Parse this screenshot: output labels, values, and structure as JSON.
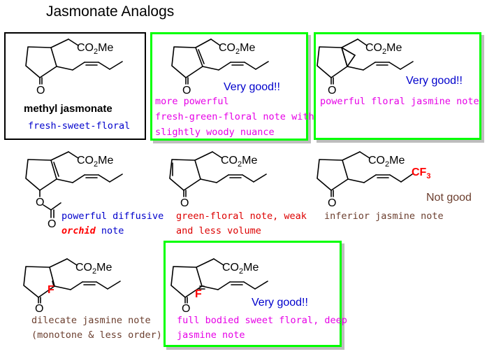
{
  "title": "Jasmonate Analogs",
  "chem": {
    "ester": "CO2Me",
    "oxygen": "O",
    "fluorine": "F",
    "cf3": "CF3"
  },
  "compounds": [
    {
      "name": "methyl jasmonate",
      "description": "fresh-sweet-floral",
      "highlight": "black"
    },
    {
      "description_lines": [
        "more powerful",
        "fresh-green-floral note with",
        "slightly woody nuance"
      ],
      "rating": "Very good!!",
      "highlight": "green"
    },
    {
      "description": "powerful floral jasmine note",
      "rating": "Very good!!",
      "highlight": "green"
    },
    {
      "description_lines": [
        "powerful diffusive",
        "note"
      ],
      "emphasis": "orchid"
    },
    {
      "description_lines": [
        "green-floral note, weak",
        "and less volume"
      ]
    },
    {
      "description": "inferior jasmine note",
      "rating": "Not good"
    },
    {
      "description_lines": [
        "dilecate jasmine note",
        "(monotone & less order)"
      ]
    },
    {
      "description_lines": [
        "full bodied sweet floral, deep",
        "jasmine note"
      ],
      "rating": "Very good!!",
      "highlight": "green"
    }
  ],
  "colors": {
    "green_box": "#00ff00",
    "blue": "#0000cc",
    "magenta": "#e600e6",
    "red": "#dd0000",
    "brown": "#6b3e2e",
    "fluorine": "#ff0000"
  }
}
